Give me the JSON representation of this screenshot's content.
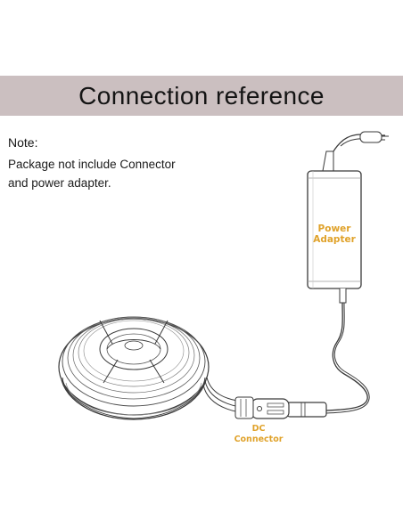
{
  "banner": {
    "title": "Connection reference"
  },
  "note": {
    "heading": "Note",
    "separator": ":",
    "lines": [
      "Package not include Connector",
      "and power adapter."
    ]
  },
  "diagram": {
    "power_adapter": {
      "label_line1": "Power",
      "label_line2": "Adapter"
    },
    "dc_connector": {
      "label_line1": "DC",
      "label_line2": "Connector"
    },
    "colors": {
      "banner_background": "#cbbfc0",
      "label_accent": "#e0a22a",
      "line_art": "#3a3a3a"
    }
  }
}
